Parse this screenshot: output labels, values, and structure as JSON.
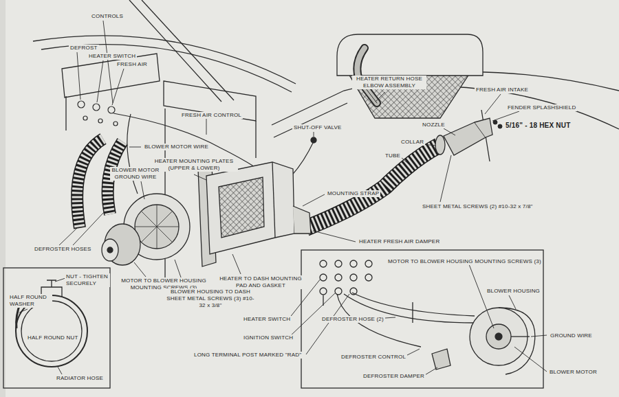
{
  "diagram": {
    "labels": [
      "CONTROLS",
      "DEFROST",
      "HEATER SWITCH",
      "FRESH AIR",
      "FRESH AIR CONTROL",
      "HEATER RETURN HOSE ELBOW ASSEMBLY",
      "FRESH AIR INTAKE",
      "FENDER SPLASHSHIELD",
      "5/16\" - 18 HEX NUT",
      "NOZZLE",
      "COLLAR",
      "TUBE",
      "SHUT-OFF VALVE",
      "BLOWER MOTOR WIRE",
      "HEATER MOUNTING PLATES (UPPER & LOWER)",
      "BLOWER MOTOR GROUND WIRE",
      "MOUNTING STRAP",
      "SHEET METAL SCREWS (2) #10-32 x 7/8\"",
      "HEATER FRESH AIR DAMPER",
      "DEFROSTER HOSES",
      "MOTOR TO BLOWER HOUSING MOUNTING SCREWS (3)",
      "HEATER TO DASH MOUNTING PAD AND GASKET",
      "BLOWER HOUSING TO DASH SHEET METAL SCREWS (3) #10-32 x 3/8\"",
      "HEATER SWITCH",
      "IGNITION SWITCH",
      "LONG TERMINAL POST MARKED \"RAD\"",
      "NUT - TIGHTEN SECURELY",
      "HALF ROUND WASHER",
      "HALF ROUND NUT",
      "RADIATOR HOSE",
      "MOTOR TO BLOWER HOUSING MOUNTING SCREWS (3)",
      "BLOWER HOUSING",
      "GROUND WIRE",
      "DEFROSTER HOSE (2)",
      "DEFROSTER CONTROL",
      "DEFROSTER DAMPER",
      "BLOWER MOTOR"
    ]
  }
}
